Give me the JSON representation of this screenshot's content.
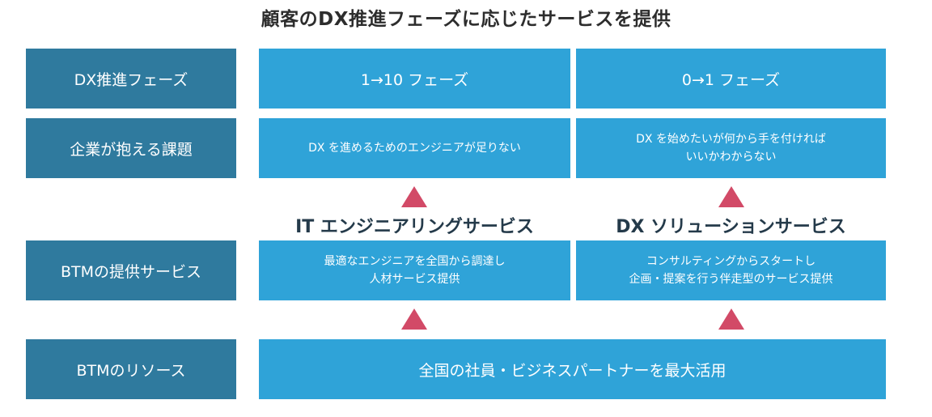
{
  "title": "顧客のDX推進フェーズに応じたサービスを提供",
  "rows": {
    "phase": {
      "label": "DX推進フェーズ",
      "col1": "1→10 フェーズ",
      "col2": "0→1 フェーズ"
    },
    "issue": {
      "label": "企業が抱える課題",
      "col1": "DX を進めるためのエンジニアが足りない",
      "col2_line1": "DX を始めたいが何から手を付ければ",
      "col2_line2": "いいかわからない"
    },
    "service": {
      "label": "BTMの提供サービス",
      "col1_name": "IT エンジニアリングサービス",
      "col2_name": "DX ソリューションサービス",
      "col1_line1": "最適なエンジニアを全国から調達し",
      "col1_line2": "人材サービス提供",
      "col2_line1": "コンサルティングからスタートし",
      "col2_line2": "企画・提案を行う伴走型のサービス提供"
    },
    "resource": {
      "label": "BTMのリソース",
      "content": "全国の社員・ビジネスパートナーを最大活用"
    }
  },
  "colors": {
    "label_bg": "#2f7a9e",
    "content_bg": "#2fa3d8",
    "arrow": "#d24a67",
    "service_name_text": "#243a4a"
  }
}
